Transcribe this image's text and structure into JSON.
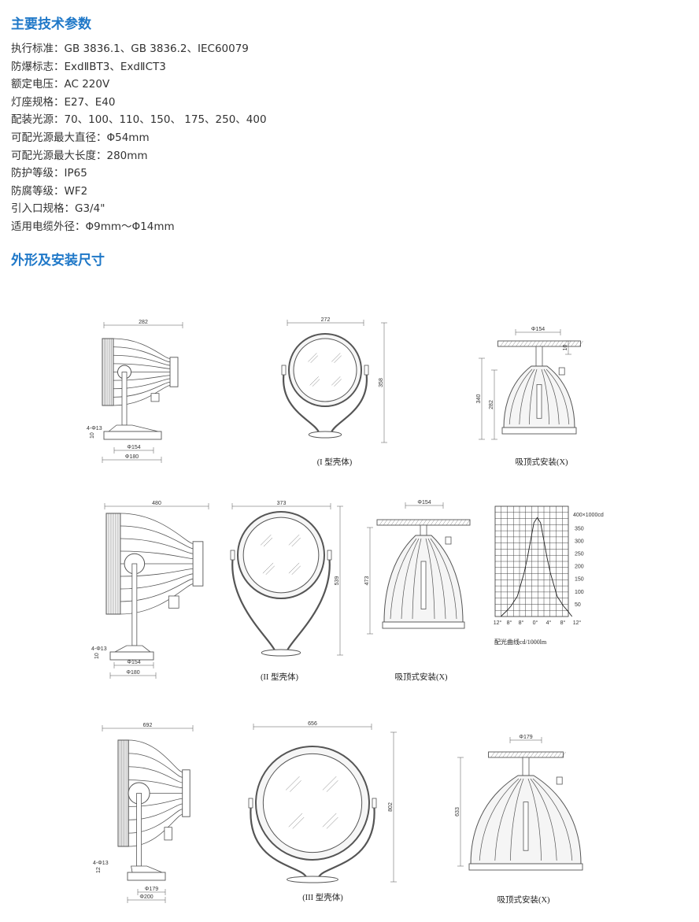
{
  "sections": {
    "specs_title": "主要技术参数",
    "dims_title": "外形及安装尺寸"
  },
  "specs": [
    "执行标准：GB 3836.1、GB 3836.2、IEC60079",
    "防爆标志：ExdⅡBT3、ExdⅡCT3",
    "额定电压：AC 220V",
    "灯座规格：E27、E40",
    "配装光源：70、100、110、150、 175、250、400",
    "可配光源最大直径：Φ54mm",
    "可配光源最大长度：280mm",
    "防护等级：IP65",
    "防腐等级：WF2",
    "引入口规格：G3/4\"",
    "适用电缆外径：Φ9mm～Φ14mm"
  ],
  "drawings": {
    "row1": {
      "side": {
        "width": "282",
        "bolt": "4-Φ13",
        "base_h": "10",
        "inner_d": "Φ154",
        "outer_d": "Φ180"
      },
      "front": {
        "width": "272",
        "height": "358",
        "caption": "(I 型壳体)"
      },
      "ceiling": {
        "plate_d": "Φ154",
        "total_h": "340",
        "body_h": "282",
        "plate_t": "10",
        "caption": "吸顶式安装(X)"
      }
    },
    "row2": {
      "side": {
        "width": "480",
        "bolt": "4-Φ13",
        "base_h": "10",
        "inner_d": "Φ154",
        "outer_d": "Φ180"
      },
      "front": {
        "width": "373",
        "height": "539",
        "caption": "(II 型壳体)"
      },
      "ceiling": {
        "plate_d": "Φ154",
        "total_h": "473",
        "caption": "吸顶式安装(X)"
      }
    },
    "row3": {
      "side": {
        "width": "692",
        "bolt": "4-Φ13",
        "base_h": "12",
        "inner_d": "Φ179",
        "outer_d": "Φ200"
      },
      "front": {
        "width": "656",
        "height": "802",
        "caption": "(III 型壳体)"
      },
      "ceiling": {
        "plate_d": "Φ179",
        "total_h": "633",
        "caption": "吸顶式安装(X)"
      }
    }
  },
  "chart_data": {
    "type": "line",
    "title": "配光曲线cd/1000lm",
    "ylabel": "400×1000cd",
    "y_ticks": [
      "350",
      "300",
      "250",
      "200",
      "150",
      "100",
      "50"
    ],
    "x_tick_labels": [
      "12°",
      "8°",
      "8°",
      "0°",
      "4°",
      "8°",
      "12°"
    ],
    "xlim": [
      -12,
      12
    ],
    "ylim": [
      0,
      435
    ],
    "grid": true,
    "x": [
      -11,
      -9,
      -8,
      -6,
      -4,
      -3,
      -2,
      -1,
      0,
      1,
      2,
      3,
      4,
      6,
      8,
      9,
      10.5
    ],
    "y": [
      0,
      25,
      40,
      80,
      170,
      230,
      300,
      370,
      390,
      370,
      300,
      230,
      170,
      80,
      40,
      25,
      0
    ]
  },
  "colors": {
    "heading": "#1f78c8",
    "line": "#555555"
  }
}
